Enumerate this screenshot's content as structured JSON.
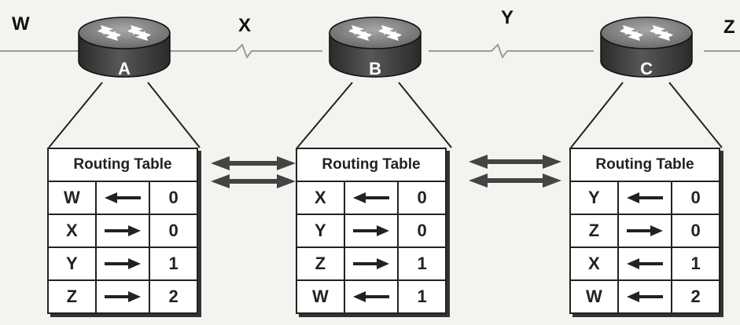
{
  "links": [
    {
      "label": "W"
    },
    {
      "label": "X"
    },
    {
      "label": "Y"
    },
    {
      "label": "Z"
    }
  ],
  "routers": [
    {
      "name": "A",
      "table": {
        "title": "Routing Table",
        "rows": [
          {
            "net": "W",
            "dir": "left",
            "hops": "0"
          },
          {
            "net": "X",
            "dir": "right",
            "hops": "0"
          },
          {
            "net": "Y",
            "dir": "right",
            "hops": "1"
          },
          {
            "net": "Z",
            "dir": "right",
            "hops": "2"
          }
        ]
      }
    },
    {
      "name": "B",
      "table": {
        "title": "Routing Table",
        "rows": [
          {
            "net": "X",
            "dir": "left",
            "hops": "0"
          },
          {
            "net": "Y",
            "dir": "right",
            "hops": "0"
          },
          {
            "net": "Z",
            "dir": "right",
            "hops": "1"
          },
          {
            "net": "W",
            "dir": "left",
            "hops": "1"
          }
        ]
      }
    },
    {
      "name": "C",
      "table": {
        "title": "Routing Table",
        "rows": [
          {
            "net": "Y",
            "dir": "left",
            "hops": "0"
          },
          {
            "net": "Z",
            "dir": "right",
            "hops": "0"
          },
          {
            "net": "X",
            "dir": "left",
            "hops": "1"
          },
          {
            "net": "W",
            "dir": "left",
            "hops": "2"
          }
        ]
      }
    }
  ],
  "colors": {
    "router_body": "#3f3f3f",
    "router_top": "#8a8a8a",
    "line": "#222222",
    "link_line": "#9a9a9a",
    "exchange_arrow": "#444444"
  }
}
